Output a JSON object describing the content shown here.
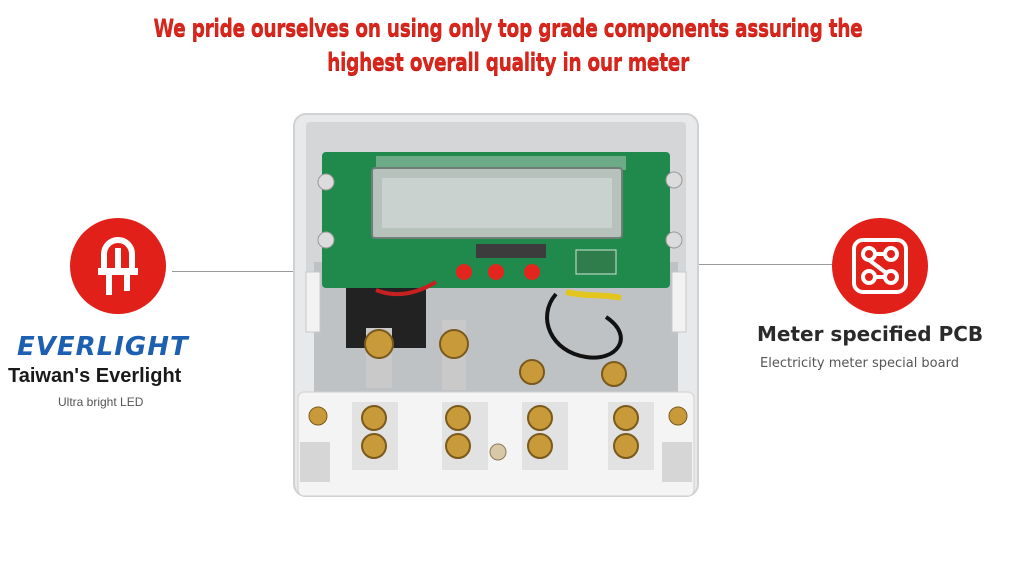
{
  "headline": {
    "line1": "We pride ourselves on using only top grade components assuring the",
    "line2": "highest overall quality in our meter"
  },
  "left_feature": {
    "brand": "EVERLIGHT",
    "title": "Taiwan's Everlight",
    "subtitle": "Ultra bright LED",
    "icon": "led-icon"
  },
  "right_feature": {
    "title": "Meter specified PCB",
    "subtitle": "Electricity meter special board",
    "icon": "circuit-board-icon"
  },
  "colors": {
    "accent_red": "#e02019",
    "brand_blue": "#1d5fb0",
    "pcb_green": "#1f8a4c"
  }
}
